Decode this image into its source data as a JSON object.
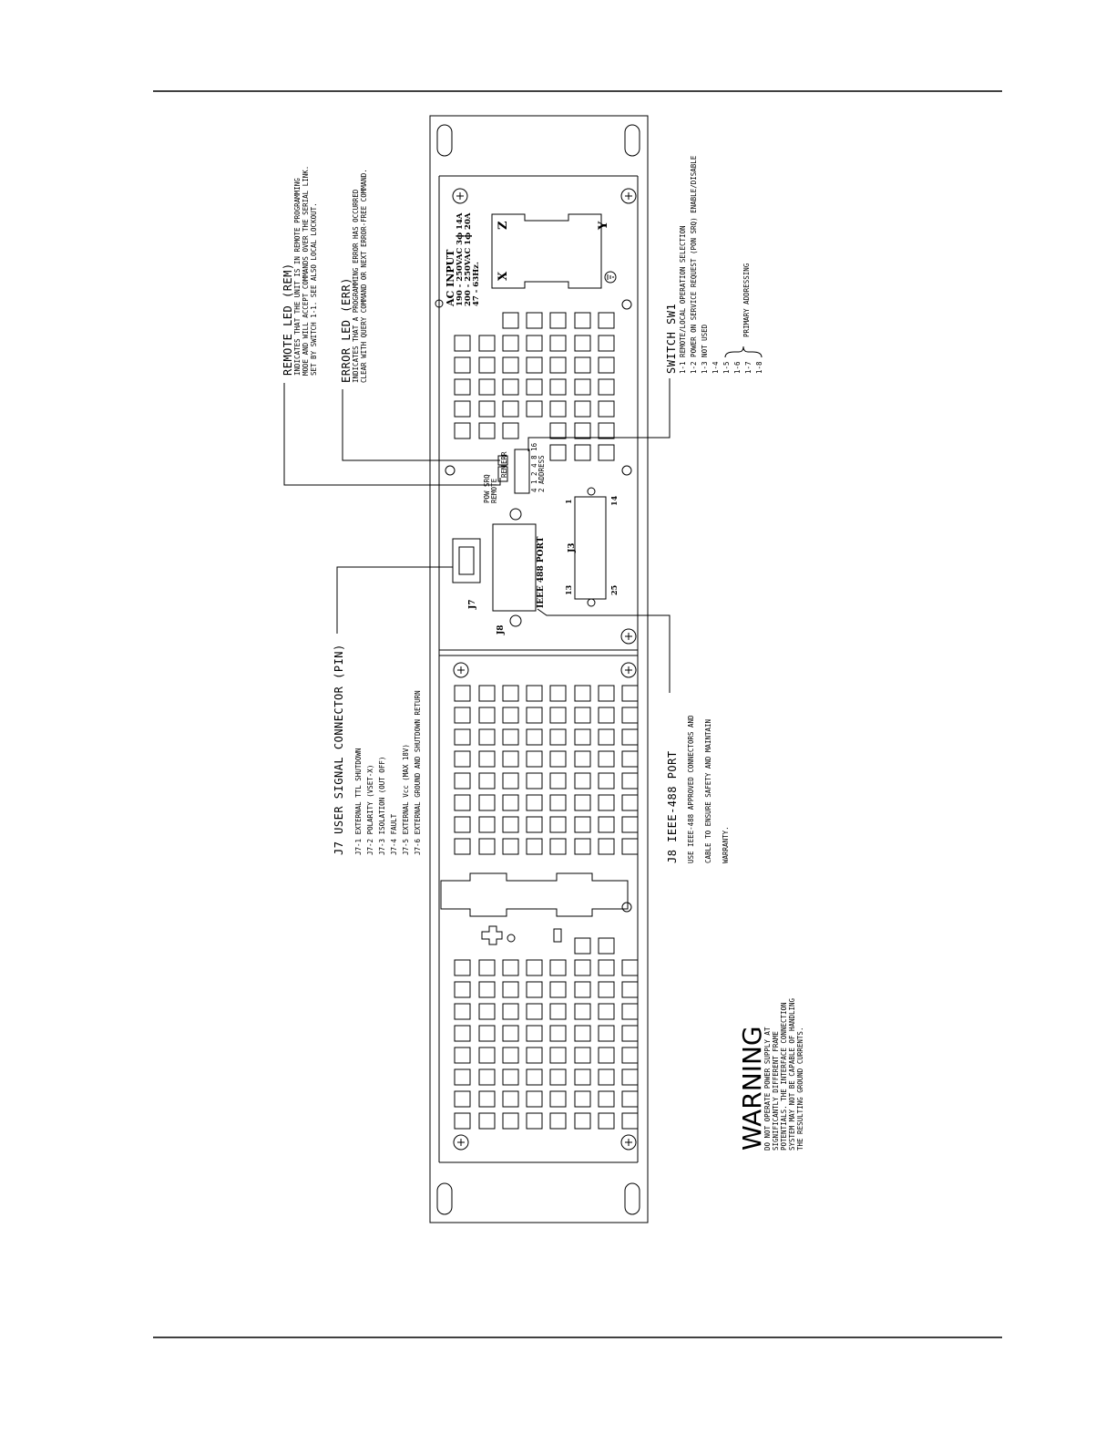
{
  "annotations": {
    "remote_led": {
      "title": "REMOTE LED (REM)",
      "lines": [
        "INDICATES THAT THE UNIT IS IN REMOTE PROGRAMMING",
        "MODE AND WILL ACCEPT COMMANDS OVER THE SERIAL LINK.",
        "SET BY SWITCH 1-1. SEE ALSO LOCAL LOCKOUT."
      ]
    },
    "error_led": {
      "title": "ERROR LED (ERR)",
      "lines": [
        "INDICATES THAT A PROGRAMMING ERROR HAS OCCURRED",
        "CLEAR WITH QUERY COMMAND OR NEXT ERROR-FREE COMMAND."
      ]
    },
    "j7": {
      "title": "J7 USER SIGNAL CONNECTOR (PIN)",
      "lines": [
        "J7-1 EXTERNAL TTL SHUTDOWN",
        "J7-2 POLARITY (VSET-X)",
        "J7-3 ISOLATION (OUT OFF)",
        "J7-4 FAULT",
        "J7-5 EXTERNAL Vcc (MAX 18V)",
        "J7-6 EXTERNAL GROUND AND SHUTDOWN RETURN"
      ]
    },
    "switch": {
      "title": "SWITCH SW1",
      "lines": [
        "1-1 REMOTE/LOCAL OPERATION SELECTION",
        "1-2 POWER ON SERVICE REQUEST (PON SRQ) ENABLE/DISABLE",
        "1-3 NOT USED",
        "1-4",
        "1-5",
        "1-6",
        "1-7",
        "1-8"
      ],
      "group_label": "PRIMARY ADDRESSING"
    },
    "j8": {
      "title": "J8 IEEE-488 PORT",
      "lines": [
        "USE IEEE-488 APPROVED CONNECTORS AND",
        "CABLE TO ENSURE SAFETY AND MAINTAIN",
        "WARRANTY."
      ]
    },
    "warning": {
      "title": "WARNING",
      "lines": [
        "DO NOT OPERATE POWER SUPPLY AT",
        "SIGNIFICANTLY DIFFERENT FRAME",
        "POTENTIALS. THE INTERFACE CONNECTION",
        "SYSTEM MAY NOT BE CAPABLE OF HANDLING",
        "THE RESULTING GROUND CURRENTS."
      ]
    }
  },
  "panel": {
    "ac_input": {
      "title": "AC INPUT",
      "lines": [
        "190 - 250VAC 3ϕ 14A",
        "200 - 250VAC 1ϕ 20A",
        "47 - 63Hz."
      ]
    },
    "terminals": {
      "x": "X",
      "y": "Y",
      "z": "Z"
    },
    "led_labels": {
      "rem": "REM",
      "err": "ERR"
    },
    "led_group": [
      "REMOTE",
      "POW SRQ"
    ],
    "switch_labels": [
      "4 1 2 4 8 16",
      "2 ADDRESS"
    ],
    "j3": {
      "label": "J3",
      "pin1": "1",
      "pin13": "13",
      "pin14": "14",
      "pin25": "25"
    },
    "j8": {
      "label": "J8",
      "port": "IEEE 488 PORT"
    },
    "j7_label": "J7"
  }
}
